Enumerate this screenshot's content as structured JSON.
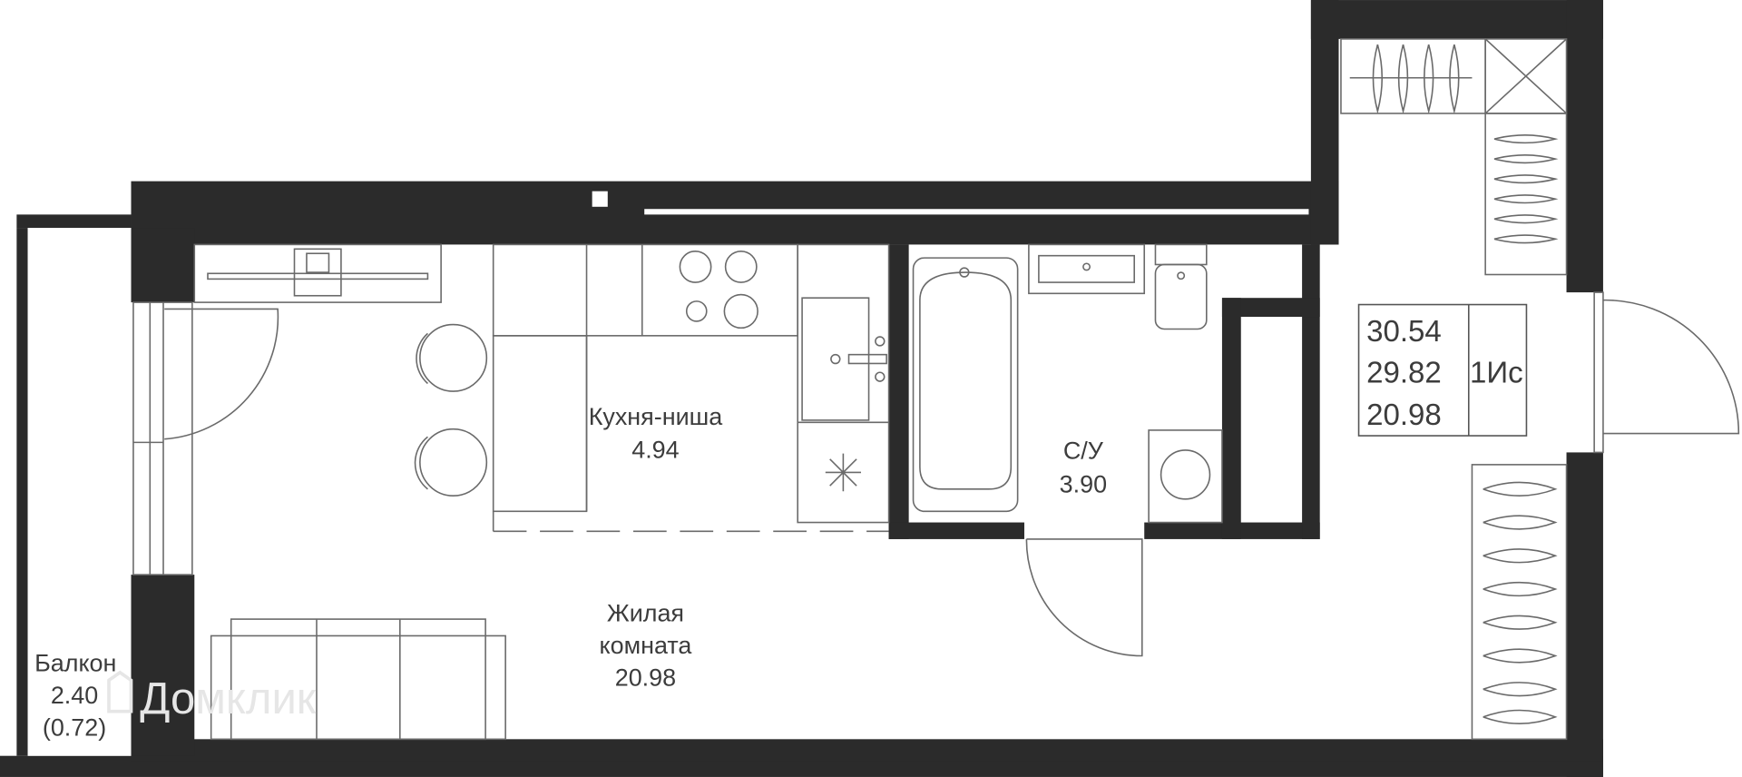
{
  "plan": {
    "rooms": [
      {
        "name": "Кухня-ниша",
        "area": "4.94"
      },
      {
        "name": "С/У",
        "area": "3.90"
      },
      {
        "name_line1": "Жилая",
        "name_line2": "комната",
        "area": "20.98"
      },
      {
        "name": "Балкон",
        "area": "2.40",
        "area_reduced": "(0.72)"
      }
    ],
    "summary": {
      "total_area": "30.54",
      "area_without_balcony": "29.82",
      "living_area": "20.98",
      "type": "1Ис"
    },
    "watermark": "Домклик",
    "colors": {
      "wall": "#2b2b2b",
      "text": "#3c3c3c",
      "line": "#6a6a6a"
    }
  }
}
